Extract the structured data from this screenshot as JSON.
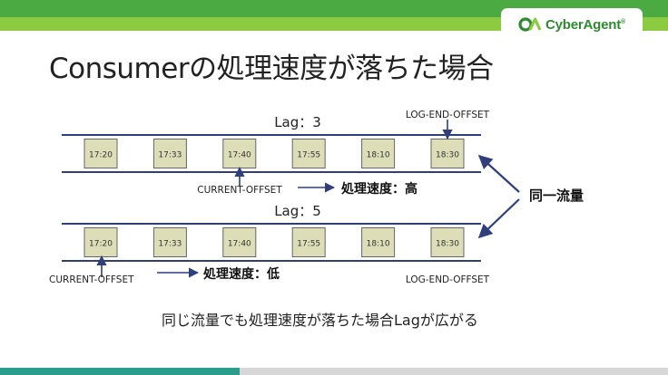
{
  "header": {
    "brand_name": "CyberAgent",
    "brand_mark": "reg-mark",
    "brand_colors": {
      "green": "#4caa42",
      "light_green": "#8ccb3f",
      "teal": "#2b9d8f"
    }
  },
  "slide": {
    "title": "Consumerの処理速度が落ちた場合",
    "caption": "同じ流量でも処理速度が落ちた場合Lagが広がる"
  },
  "diagram": {
    "colors": {
      "rail": "#2e3f7c",
      "cell_fill": "#ddddb8",
      "cell_border": "#666666",
      "arrow": "#2e3f7c"
    },
    "same_flow_label": "同一流量",
    "partitions": [
      {
        "lag_label": "Lag：3",
        "offsets": [
          "17:20",
          "17:33",
          "17:40",
          "17:55",
          "18:10",
          "18:30"
        ],
        "log_end_offset_label": "LOG-END-OFFSET",
        "log_end_index": 5,
        "current_offset_label": "CURRENT-OFFSET",
        "current_index": 2,
        "speed_label": "処理速度：高"
      },
      {
        "lag_label": "Lag：5",
        "offsets": [
          "17:20",
          "17:33",
          "17:40",
          "17:55",
          "18:10",
          "18:30"
        ],
        "log_end_offset_label": "LOG-END-OFFSET",
        "log_end_index": 5,
        "current_offset_label": "CURRENT-OFFSET",
        "current_index": 0,
        "speed_label": "処理速度：低"
      }
    ]
  }
}
